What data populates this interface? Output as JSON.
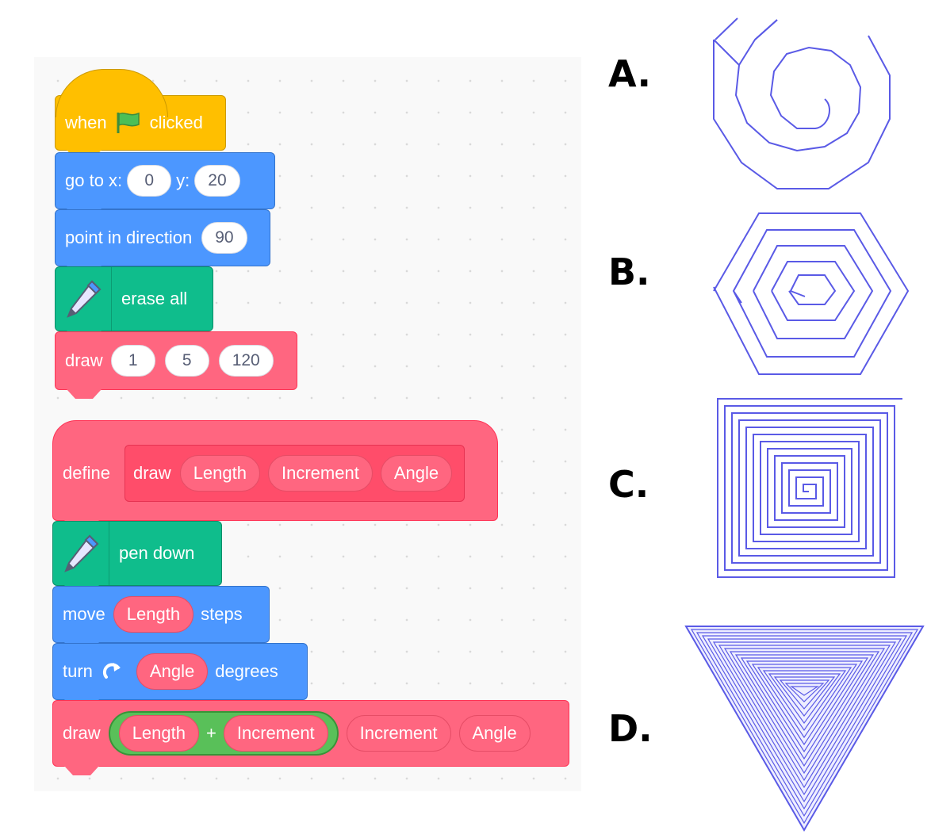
{
  "script_main": {
    "hat": {
      "when": "when",
      "clicked": "clicked",
      "icon": "green-flag-icon"
    },
    "goto": {
      "label": "go to x:",
      "x": "0",
      "ylabel": "y:",
      "y": "20"
    },
    "point": {
      "label": "point in direction",
      "value": "90"
    },
    "erase": {
      "label": "erase all",
      "icon": "pen-icon"
    },
    "draw_call": {
      "label": "draw",
      "args": [
        "1",
        "5",
        "120"
      ]
    }
  },
  "script_define": {
    "define_label": "define",
    "proto_name": "draw",
    "params": [
      "Length",
      "Increment",
      "Angle"
    ],
    "pen_down": {
      "label": "pen down",
      "icon": "pen-icon"
    },
    "move": {
      "label": "move",
      "arg": "Length",
      "suffix": "steps"
    },
    "turn": {
      "label": "turn",
      "icon": "rotate-clockwise-icon",
      "arg": "Angle",
      "suffix": "degrees"
    },
    "draw_rec": {
      "label": "draw",
      "op_left": "Length",
      "op": "+",
      "op_right": "Increment",
      "arg2": "Increment",
      "arg3": "Angle"
    }
  },
  "options": [
    {
      "label": "A.",
      "shape": "decagon-spiral"
    },
    {
      "label": "B.",
      "shape": "hexagon-spiral"
    },
    {
      "label": "C.",
      "shape": "square-spiral"
    },
    {
      "label": "D.",
      "shape": "triangle-spiral"
    }
  ],
  "colors": {
    "motion": "#4c97ff",
    "event": "#ffbf00",
    "pen": "#0fbd8c",
    "custom": "#ff6680",
    "operator": "#59c059",
    "drawing": "#5a5ae6"
  }
}
